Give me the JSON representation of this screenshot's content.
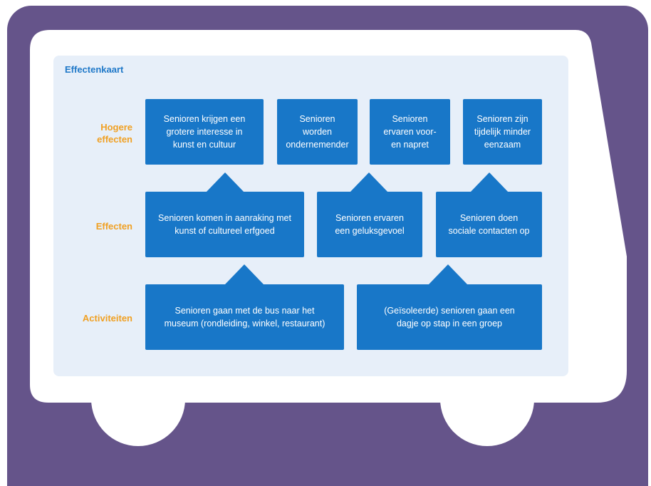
{
  "diagram": {
    "title": "Effectenkaart",
    "rows": {
      "hogere_effecten": "Hogere\neffecten",
      "effecten": "Effecten",
      "activiteiten": "Activiteiten"
    },
    "hogere_effecten": [
      "Senioren krijgen een\ngrotere interesse in\nkunst en cultuur",
      "Senioren\nworden\nondernemender",
      "Senioren\nervaren voor-\nen napret",
      "Senioren zijn\ntijdelijk minder\neenzaam"
    ],
    "effecten": [
      "Senioren komen in aanraking met\nkunst of cultureel erfgoed",
      "Senioren ervaren\neen geluksgevoel",
      "Senioren doen\nsociale contacten op"
    ],
    "activiteiten": [
      "Senioren gaan met de bus naar het\nmuseum (rondleiding, winkel, restaurant)",
      "(Geïsoleerde) senioren gaan een\ndagje op stap in een groep"
    ],
    "colors": {
      "background": "#65548a",
      "panel": "#e7eff9",
      "box": "#1877c8",
      "row_label": "#f0a023",
      "title": "#1f78c8"
    }
  }
}
